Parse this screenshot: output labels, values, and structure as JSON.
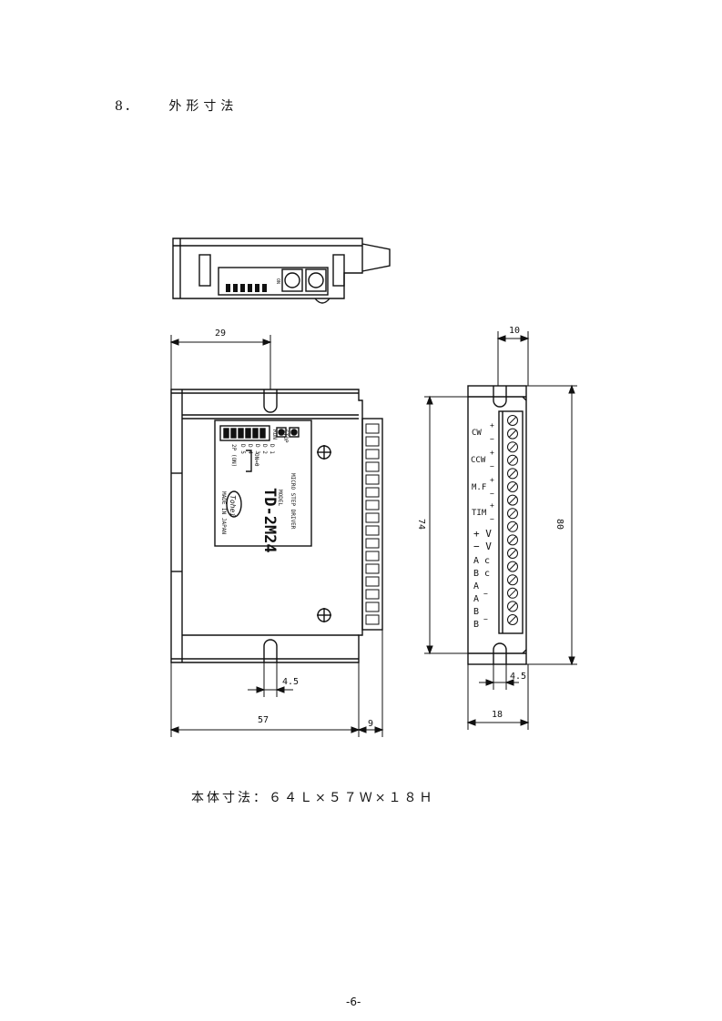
{
  "section": {
    "number": "8．",
    "title": "外形寸法"
  },
  "label": {
    "model_caption": "MODEL",
    "model": "TD-2M24",
    "product_name": "MICRO STEP DRIVER",
    "origin": "MADE IN JAPAN",
    "brand": "Tohei",
    "indicators": [
      "RUN",
      "STOP"
    ],
    "switch_lines": [
      "D 1",
      "D 2",
      "D 3",
      "D 4",
      "D 5",
      "2P (ON)"
    ],
    "switch_note": "ON=0"
  },
  "top_view": {
    "switch_caption": "ON"
  },
  "terminals": [
    "CW",
    "CCW",
    "M.F",
    "TIM",
    "+ V",
    "− V",
    "A c",
    "B c",
    "A",
    "A",
    "B",
    "B"
  ],
  "terminal_signs": [
    "+",
    "−",
    "+",
    "−",
    "+",
    "−",
    "+",
    "−",
    "−",
    "−"
  ],
  "dimensions": {
    "top_left": "29",
    "top_right": "10",
    "height_inner": "74",
    "height_outer": "80",
    "slot_left": "4.5",
    "slot_right": "4.5",
    "width": "57",
    "terminal_block": "9",
    "depth": "18"
  },
  "footer_text": "本体寸法：６４Ｌ×５７Ｗ×１８Ｈ",
  "page_number": "-6-"
}
